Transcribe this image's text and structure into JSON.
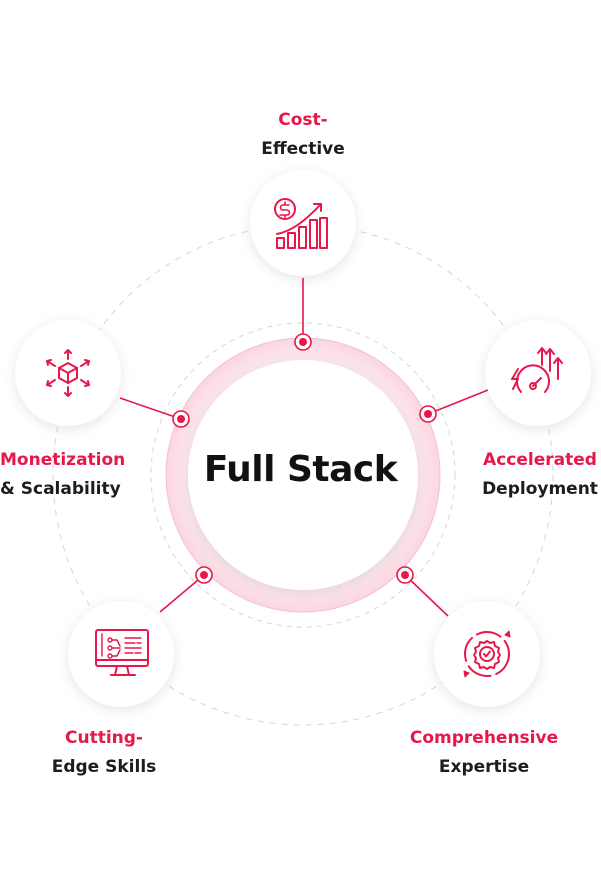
{
  "diagram": {
    "title": "Full Stack",
    "colors": {
      "accent": "#e8174a",
      "text": "#1d1d1f",
      "dash": "#cfcfcf",
      "ring": "#fde7ec"
    },
    "nodes": [
      {
        "id": "cost",
        "line1": "Cost-",
        "line2": "Effective",
        "icon": "dollar-growth-chart-icon"
      },
      {
        "id": "accelerated",
        "line1": "Accelerated",
        "line2": "Deployment",
        "icon": "speedometer-arrows-icon"
      },
      {
        "id": "comprehensive",
        "line1": "Comprehensive",
        "line2": "Expertise",
        "icon": "gear-checkmark-icon"
      },
      {
        "id": "cutting",
        "line1": "Cutting-",
        "line2": "Edge Skills",
        "icon": "monitor-code-icon"
      },
      {
        "id": "monetization",
        "line1": "Monetization",
        "line2": "& Scalability",
        "icon": "cube-arrows-icon"
      }
    ]
  }
}
